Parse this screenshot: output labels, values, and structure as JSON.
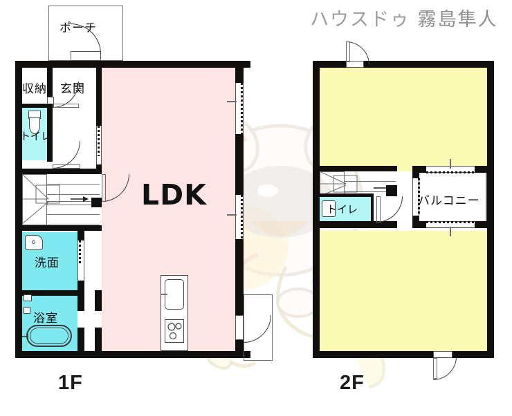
{
  "watermark": {
    "brand": "ハウスドゥ",
    "branch": "霧島隼人"
  },
  "floors": [
    {
      "id": "1F",
      "label": "1F",
      "rooms": [
        {
          "name": "porch",
          "label": "ポーチ",
          "color": "#FFFFFF"
        },
        {
          "name": "storage",
          "label": "収納",
          "color": "#FFFFFF"
        },
        {
          "name": "entrance",
          "label": "玄関",
          "color": "#FFFFFF"
        },
        {
          "name": "toilet",
          "label": "トイレ",
          "color": "#B4F5F5"
        },
        {
          "name": "washroom",
          "label": "洗面",
          "color": "#7FE9EF"
        },
        {
          "name": "bathroom",
          "label": "浴室",
          "color": "#7FE9EF"
        },
        {
          "name": "ldk",
          "label": "LDK",
          "color": "#FDE5E5"
        },
        {
          "name": "stairs",
          "label": "",
          "color": "#FFFFFF"
        }
      ]
    },
    {
      "id": "2F",
      "label": "2F",
      "rooms": [
        {
          "name": "bedroom-north",
          "label": "",
          "color": "#FAFAB4"
        },
        {
          "name": "bedroom-south",
          "label": "",
          "color": "#FAFAB4"
        },
        {
          "name": "toilet",
          "label": "トイレ",
          "color": "#B4F5F5"
        },
        {
          "name": "balcony",
          "label": "バルコニー",
          "color": "#FFFFFF"
        },
        {
          "name": "stairs",
          "label": "",
          "color": "#FFFFFF"
        }
      ]
    }
  ],
  "colors": {
    "wall": "#100F0D",
    "ldk_pink": "#FDE5E5",
    "room_yellow": "#FAFAB4",
    "water_cyan": "#7FE9EF",
    "toilet_cyan": "#B4F5F5",
    "watermark_gray": "#9D9D9D",
    "background": "#FFFFFF"
  }
}
